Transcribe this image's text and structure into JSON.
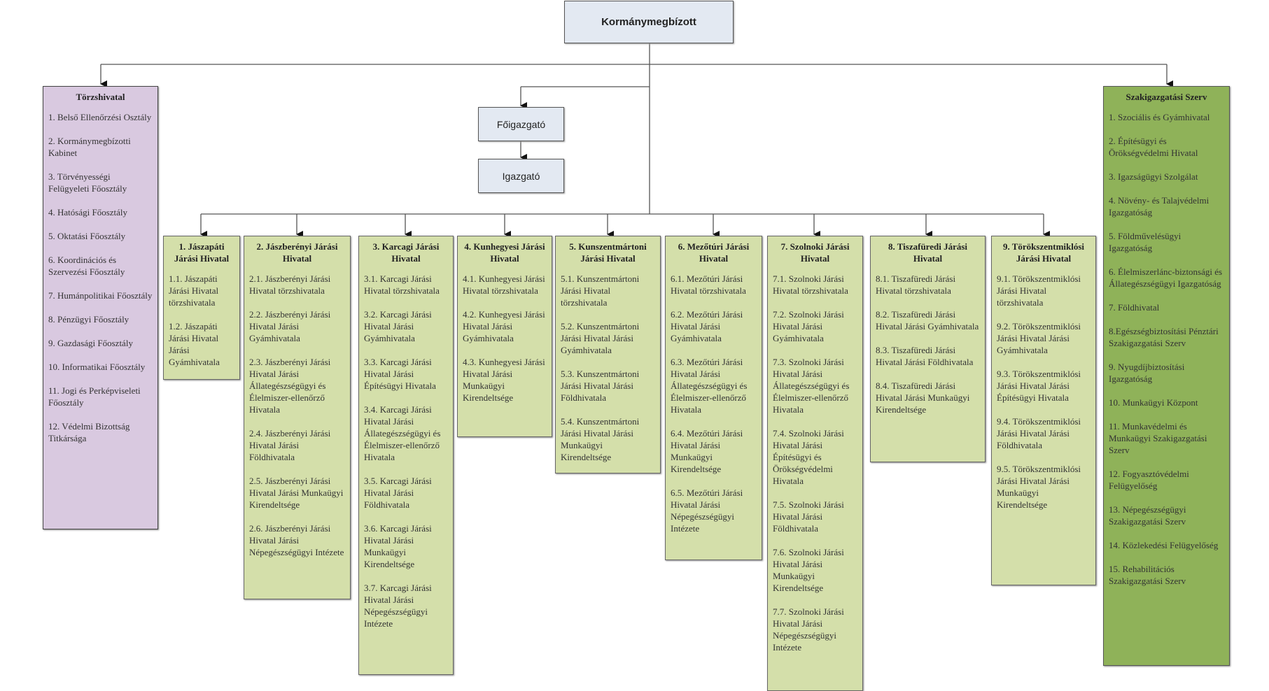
{
  "top": {
    "label": "Kormánymegbízott"
  },
  "foigazgato": {
    "label": "Főigazgató"
  },
  "igazgato": {
    "label": "Igazgató"
  },
  "torzshivatal": {
    "title": "Törzshivatal",
    "items": [
      "1. Belső Ellenőrzési Osztály",
      "2. Kormánymegbízotti Kabinet",
      "3. Törvényességi Felügyeleti Főosztály",
      "4. Hatósági Főosztály",
      "5. Oktatási Főosztály",
      "6. Koordinációs és Szervezési Főosztály",
      "7. Humánpolitikai Főosztály",
      "8. Pénzügyi Főosztály",
      "9. Gazdasági Főosztály",
      "10. Informatikai Főosztály",
      "11. Jogi és Perképviseleti Főosztály",
      "12. Védelmi Bizottság Titkársága"
    ]
  },
  "szakigazgatasi": {
    "title": "Szakigazgatási Szerv",
    "items": [
      "1. Szociális és Gyámhivatal",
      "2. Építésügyi és Örökségvédelmi Hivatal",
      "3. Igazságügyi Szolgálat",
      "4. Növény- és Talajvédelmi Igazgatóság",
      "5. Földművelésügyi Igazgatóság",
      "6. Élelmiszerlánc-biztonsági és Állategészségügyi Igazgatóság",
      "7. Földhivatal",
      "8.Egészségbiztosítási Pénztári Szakigazgatási Szerv",
      "9. Nyugdíjbiztosítási Igazgatóság",
      "10. Munkaügyi Központ",
      "11. Munkavédelmi és Munkaügyi Szakigazgatási Szerv",
      "12. Fogyasztóvédelmi Felügyelőség",
      "13. Népegészségügyi Szakigazgatási Szerv",
      "14. Közlekedési Felügyelőség",
      "15. Rehabilitációs Szakigazgatási Szerv"
    ]
  },
  "districts": [
    {
      "title": "1. Jászapáti Járási Hivatal",
      "items": [
        "1.1. Jászapáti Járási Hivatal törzshivatala",
        "1.2. Jászapáti Járási Hivatal Járási Gyámhivatala"
      ]
    },
    {
      "title": "2. Jászberényi Járási Hivatal",
      "items": [
        "2.1. Jászberényi Járási Hivatal törzshivatala",
        "2.2. Jászberényi Járási Hivatal Járási Gyámhivatala",
        "2.3. Jászberényi Járási Hivatal Járási Állategészségügyi és Élelmiszer-ellenőrző Hivatala",
        "2.4. Jászberényi Járási Hivatal Járási Földhivatala",
        "2.5. Jászberényi Járási Hivatal Járási Munkaügyi Kirendeltsége",
        "2.6. Jászberényi Járási Hivatal Járási Népegészségügyi Intézete"
      ]
    },
    {
      "title": "3. Karcagi Járási Hivatal",
      "items": [
        "3.1. Karcagi Járási Hivatal törzshivatala",
        "3.2. Karcagi Járási Hivatal Járási Gyámhivatala",
        "3.3. Karcagi Járási Hivatal Járási Építésügyi Hivatala",
        "3.4. Karcagi Járási Hivatal Járási Állategészségügyi és Élelmiszer-ellenőrző Hivatala",
        "3.5. Karcagi Járási Hivatal Járási Földhivatala",
        "3.6. Karcagi Járási Hivatal Járási Munkaügyi Kirendeltsége",
        "3.7. Karcagi Járási Hivatal Járási Népegészségügyi Intézete"
      ]
    },
    {
      "title": "4. Kunhegyesi Járási Hivatal",
      "items": [
        "4.1. Kunhegyesi Járási Hivatal törzshivatala",
        "4.2. Kunhegyesi Járási Hivatal Járási Gyámhivatala",
        "4.3. Kunhegyesi Járási Hivatal Járási Munkaügyi Kirendeltsége"
      ]
    },
    {
      "title": "5. Kunszentmártoni Járási Hivatal",
      "items": [
        "5.1. Kunszentmártoni Járási Hivatal törzshivatala",
        "5.2. Kunszentmártoni Járási Hivatal Járási Gyámhivatala",
        "5.3. Kunszentmártoni Járási Hivatal Járási Földhivatala",
        "5.4. Kunszentmártoni Járási Hivatal Járási Munkaügyi Kirendeltsége"
      ]
    },
    {
      "title": "6. Mezőtúri Járási Hivatal",
      "items": [
        "6.1. Mezőtúri Járási Hivatal törzshivatala",
        "6.2. Mezőtúri Járási Hivatal Járási Gyámhivatala",
        "6.3. Mezőtúri Járási Hivatal Járási Állategészségügyi és Élelmiszer-ellenőrző Hivatala",
        "6.4. Mezőtúri Járási Hivatal Járási Munkaügyi Kirendeltsége",
        "6.5. Mezőtúri Járási Hivatal Járási Népegészségügyi Intézete"
      ]
    },
    {
      "title": "7. Szolnoki Járási Hivatal",
      "items": [
        "7.1. Szolnoki Járási Hivatal törzshivatala",
        "7.2. Szolnoki Járási Hivatal Járási Gyámhivatala",
        "7.3. Szolnoki Járási Hivatal Járási Állategészségügyi és Élelmiszer-ellenőrző Hivatala",
        "7.4. Szolnoki Járási Hivatal Járási Építésügyi és Örökségvédelmi Hivatala",
        "7.5. Szolnoki Járási Hivatal Járási Földhivatala",
        "7.6. Szolnoki Járási Hivatal Járási Munkaügyi Kirendeltsége",
        "7.7. Szolnoki Járási Hivatal Járási Népegészségügyi Intézete"
      ]
    },
    {
      "title": "8. Tiszafüredi Járási Hivatal",
      "items": [
        "8.1. Tiszafüredi Járási Hivatal törzshivatala",
        "8.2. Tiszafüredi Járási Hivatal Járási Gyámhivatala",
        "8.3. Tiszafüredi Járási Hivatal Járási Földhivatala",
        "8.4. Tiszafüredi Járási Hivatal Járási Munkaügyi Kirendeltsége"
      ]
    },
    {
      "title": "9. Törökszentmiklósi Járási Hivatal",
      "items": [
        "9.1. Törökszentmiklósi Járási Hivatal törzshivatala",
        "9.2. Törökszentmiklósi Járási Hivatal Járási Gyámhivatala",
        "9.3. Törökszentmiklósi Járási Hivatal Járási Építésügyi Hivatala",
        "9.4. Törökszentmiklósi Járási Hivatal Járási Földhivatala",
        "9.5. Törökszentmiklósi Járási Hivatal Járási Munkaügyi Kirendeltsége"
      ]
    }
  ]
}
